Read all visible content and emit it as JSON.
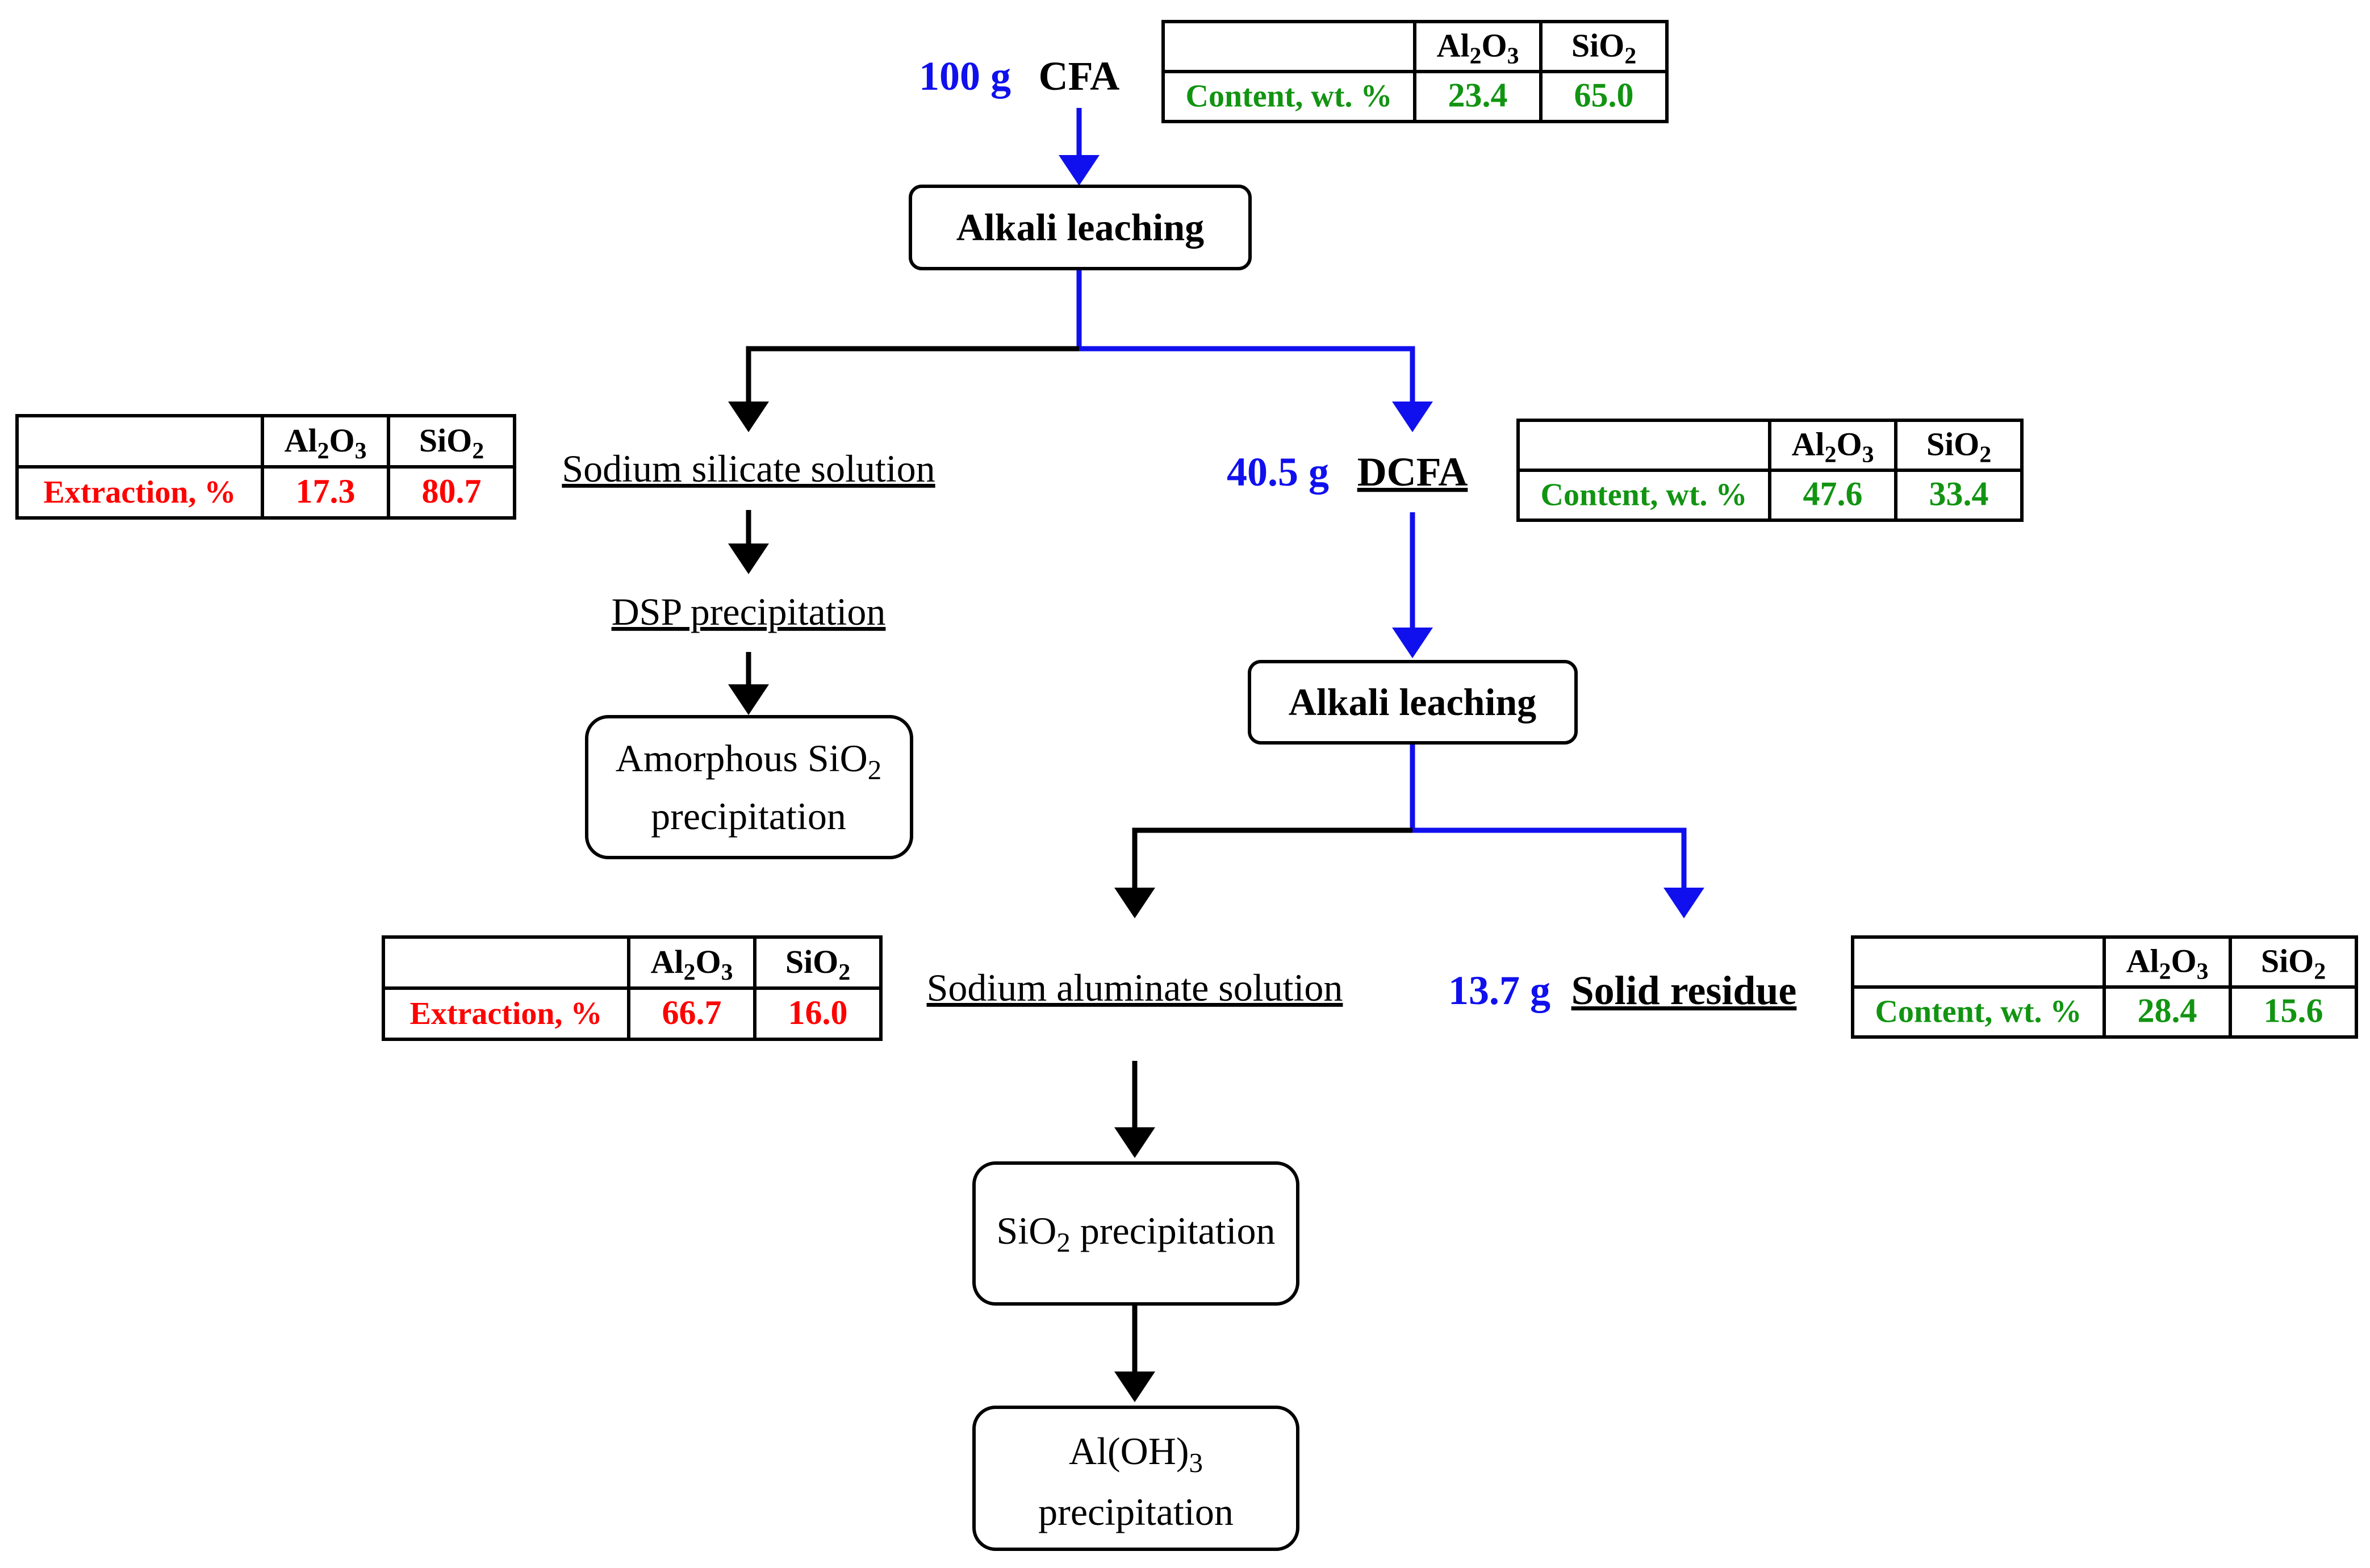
{
  "colors": {
    "black": "#000000",
    "blue": "#1010ee",
    "green": "#129412",
    "red": "#ff0000"
  },
  "feed": {
    "mass": "100 g",
    "name": "CFA"
  },
  "step1": {
    "label": "Alkali leaching"
  },
  "silicate": {
    "solution": "Sodium silicate solution",
    "dsp": "DSP precipitation",
    "product_pre": "Amorphous SiO",
    "product_sub": "2",
    "product_line2": "precipitation"
  },
  "dcfa": {
    "mass": "40.5 g",
    "name": "DCFA"
  },
  "step2": {
    "label": "Alkali leaching"
  },
  "aluminate": {
    "solution": "Sodium aluminate solution",
    "sio2_pre": "SiO",
    "sio2_sub": "2",
    "sio2_post": " precipitation",
    "aloh_pre": "Al(OH)",
    "aloh_sub": "3",
    "aloh_line2": "precipitation"
  },
  "residue": {
    "mass": "13.7 g",
    "name": "Solid residue"
  },
  "header": {
    "al_pre": "Al",
    "al_sub1": "2",
    "al_mid": "O",
    "al_sub2": "3",
    "si_pre": "SiO",
    "si_sub": "2"
  },
  "tables": {
    "cfa": {
      "row_label": "Content, wt. %",
      "al2o3": "23.4",
      "sio2": "65.0"
    },
    "ext1": {
      "row_label": "Extraction, %",
      "al2o3": "17.3",
      "sio2": "80.7"
    },
    "dcfa": {
      "row_label": "Content, wt. %",
      "al2o3": "47.6",
      "sio2": "33.4"
    },
    "ext2": {
      "row_label": "Extraction, %",
      "al2o3": "66.7",
      "sio2": "16.0"
    },
    "residue": {
      "row_label": "Content, wt. %",
      "al2o3": "28.4",
      "sio2": "15.6"
    }
  }
}
